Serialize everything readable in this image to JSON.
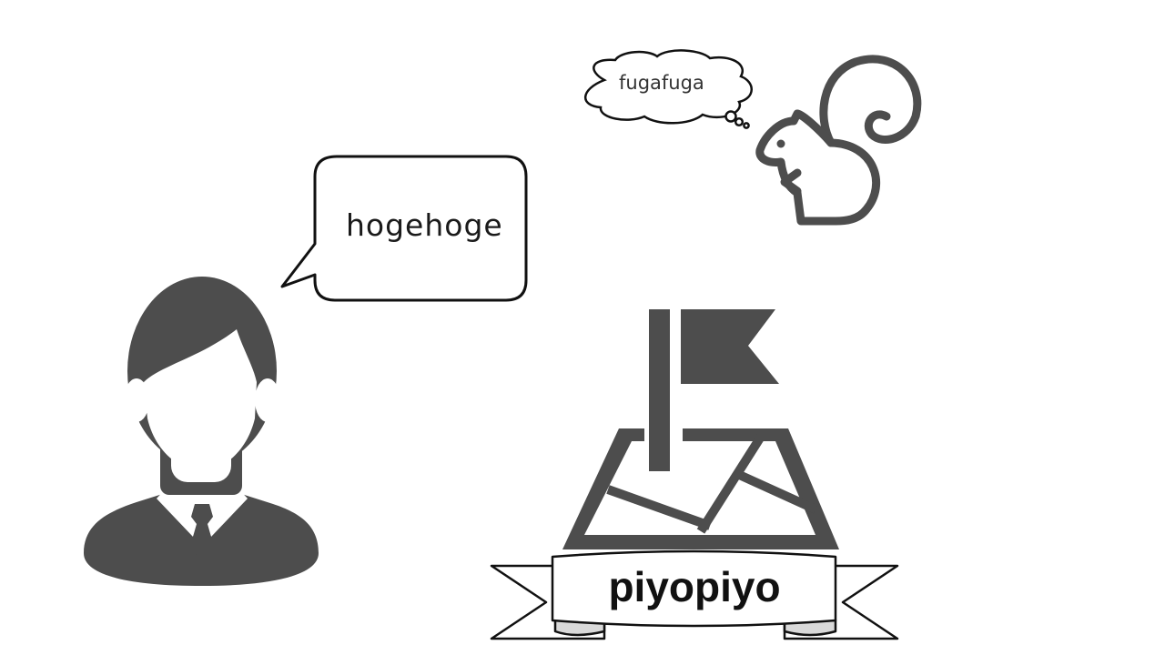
{
  "speech_bubble": {
    "text": "hogehoge"
  },
  "thought_bubble": {
    "text": "fugafuga"
  },
  "banner": {
    "text": "piyopiyo"
  },
  "icons": {
    "person": "businessman-icon",
    "squirrel": "squirrel-icon",
    "map": "map-flag-icon"
  },
  "colors": {
    "icon": "#4d4d4d",
    "outline": "#111111"
  }
}
